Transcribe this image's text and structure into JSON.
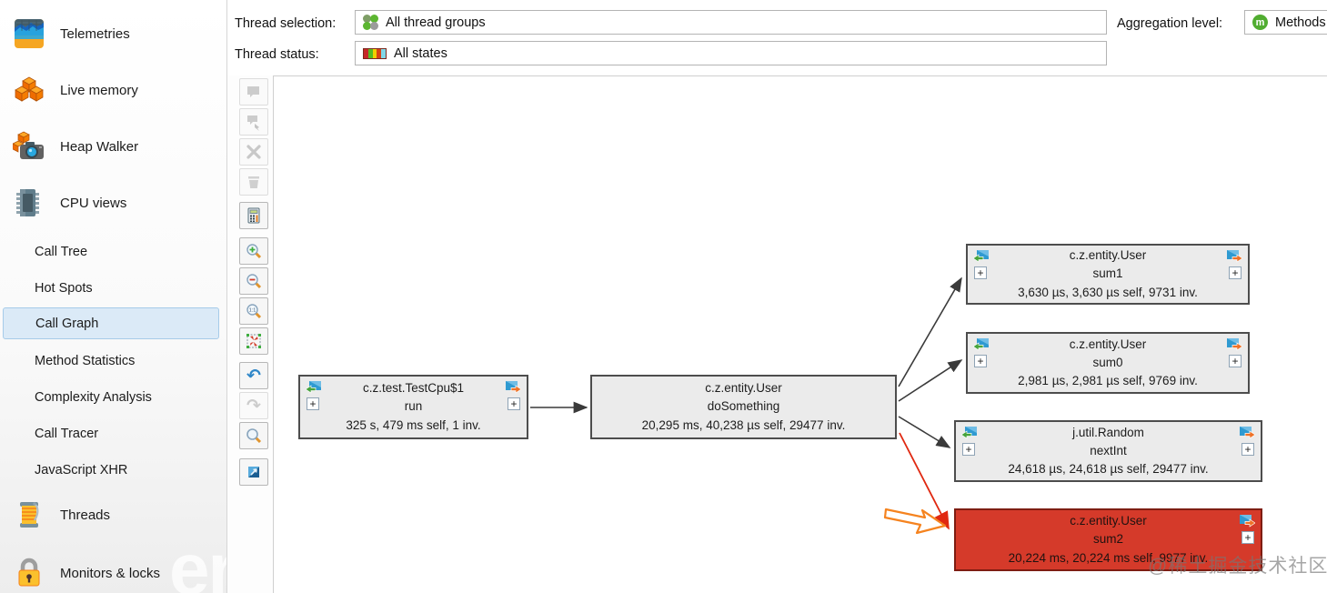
{
  "sidebar": {
    "items": [
      {
        "label": "Telemetries",
        "icon": "telemetries-icon"
      },
      {
        "label": "Live memory",
        "icon": "live-memory-icon"
      },
      {
        "label": "Heap Walker",
        "icon": "heap-walker-icon"
      },
      {
        "label": "CPU views",
        "icon": "cpu-views-icon"
      },
      {
        "label": "Threads",
        "icon": "threads-icon"
      },
      {
        "label": "Monitors & locks",
        "icon": "monitors-locks-icon"
      }
    ],
    "cpu_subitems": [
      "Call Tree",
      "Hot Spots",
      "Call Graph",
      "Method Statistics",
      "Complexity Analysis",
      "Call Tracer",
      "JavaScript XHR"
    ],
    "selected_subitem": "Call Graph",
    "background_watermark": "er"
  },
  "topbar": {
    "thread_selection_label": "Thread selection:",
    "thread_selection_value": "All thread groups",
    "thread_status_label": "Thread status:",
    "thread_status_value": "All states",
    "aggregation_label": "Aggregation level:",
    "aggregation_value": "Methods"
  },
  "toolbar": {
    "zoom_100_label": "1:1",
    "buttons": [
      {
        "name": "add-annotation-icon",
        "enabled": false
      },
      {
        "name": "move-annotation-icon",
        "enabled": false
      },
      {
        "name": "remove-node-icon",
        "enabled": false
      },
      {
        "name": "delete-graph-icon",
        "enabled": false
      },
      {
        "name": "calculator-icon",
        "enabled": true
      },
      {
        "name": "zoom-in-icon",
        "enabled": true
      },
      {
        "name": "zoom-out-icon",
        "enabled": true
      },
      {
        "name": "zoom-actual-size-icon",
        "enabled": true
      },
      {
        "name": "fit-content-icon",
        "enabled": true
      },
      {
        "name": "undo-icon",
        "enabled": true
      },
      {
        "name": "redo-icon",
        "enabled": false
      },
      {
        "name": "find-icon",
        "enabled": true
      },
      {
        "name": "open-overview-icon",
        "enabled": true
      }
    ]
  },
  "graph": {
    "plus_label": "+",
    "nodes": [
      {
        "class_name": "c.z.test.TestCpu$1",
        "method": "run",
        "stats": "325 s, 479 ms self, 1 inv.",
        "highlighted": false
      },
      {
        "class_name": "c.z.entity.User",
        "method": "doSomething",
        "stats": "20,295 ms, 40,238 µs self, 29477 inv.",
        "highlighted": false
      },
      {
        "class_name": "c.z.entity.User",
        "method": "sum1",
        "stats": "3,630 µs, 3,630 µs self, 9731 inv.",
        "highlighted": false
      },
      {
        "class_name": "c.z.entity.User",
        "method": "sum0",
        "stats": "2,981 µs, 2,981 µs self, 9769 inv.",
        "highlighted": false
      },
      {
        "class_name": "j.util.Random",
        "method": "nextInt",
        "stats": "24,618 µs, 24,618 µs self, 29477 inv.",
        "highlighted": false
      },
      {
        "class_name": "c.z.entity.User",
        "method": "sum2",
        "stats": "20,224 ms, 20,224 ms self, 9977 inv.",
        "highlighted": true
      }
    ],
    "edges": [
      {
        "from": "run",
        "to": "doSomething",
        "style": "normal"
      },
      {
        "from": "doSomething",
        "to": "sum1",
        "style": "normal"
      },
      {
        "from": "doSomething",
        "to": "sum0",
        "style": "normal"
      },
      {
        "from": "doSomething",
        "to": "nextInt",
        "style": "normal"
      },
      {
        "from": "doSomething",
        "to": "sum2",
        "style": "hot"
      }
    ],
    "annotation": "hand-drawn-orange-arrow-pointing-to-sum2"
  },
  "watermark": "@稀土掘金技术社区",
  "colors": {
    "node_bg": "#ebebeb",
    "node_border": "#4d4d4d",
    "hot_node_bg": "#d53a2a",
    "edge": "#3a3a3a",
    "hot_edge": "#e02810",
    "selection_bg": "#dbeaf7",
    "annotation_orange": "#f5831f",
    "aggregation_green": "#51ad31"
  }
}
